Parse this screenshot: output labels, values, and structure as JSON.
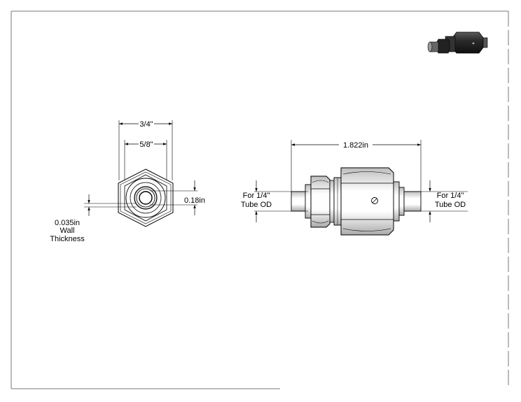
{
  "drawing": {
    "front_view": {
      "hex_width_label": "3/4\"",
      "nut_width_label": "5/8\"",
      "bore_label": "0.18in",
      "wall_label_line1": "0.035in",
      "wall_label_line2": "Wall",
      "wall_label_line3": "Thickness"
    },
    "side_view": {
      "overall_length_label": "1.822in",
      "left_note_line1": "For 1/4\"",
      "left_note_line2": "Tube OD",
      "right_note_line1": "For 1/4\"",
      "right_note_line2": "Tube OD"
    },
    "thumbnail_icon": "fitting-3d-thumbnail"
  }
}
